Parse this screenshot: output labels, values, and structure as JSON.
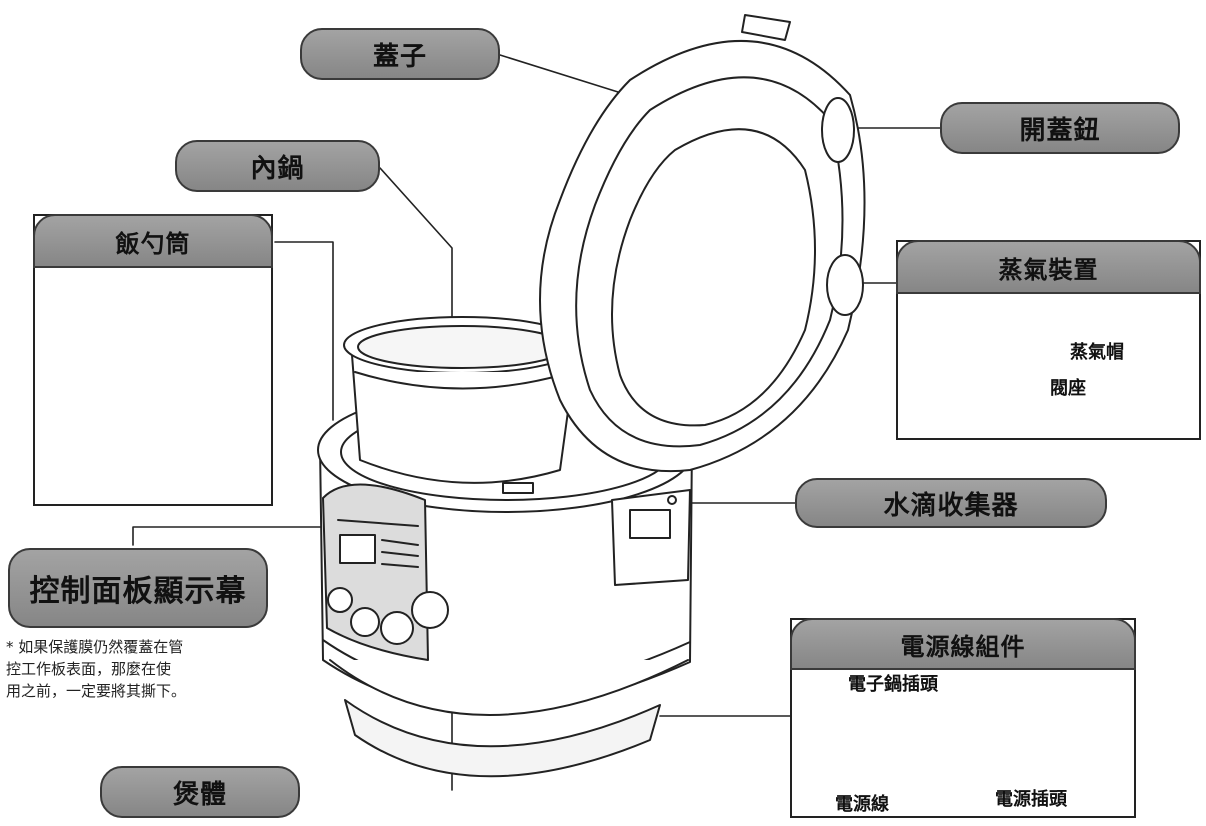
{
  "labels": {
    "lid": "蓋子",
    "inner_pot": "內鍋",
    "lid_button": "開蓋鈕",
    "spatula_holder": "飯勺筒",
    "steam_device": "蒸氣裝置",
    "steam_cap": "蒸氣帽",
    "valve_seat": "閥座",
    "water_collector": "水滴收集器",
    "control_panel": "控制面板顯示幕",
    "body": "煲體",
    "power_cord_set": "電源線組件",
    "cooker_plug": "電子鍋插頭",
    "power_cord": "電源線",
    "power_plug": "電源插頭"
  },
  "note": "* 如果保護膜仍然覆蓋在管\n  控工作板表面，那麼在使\n  用之前，一定要將其撕下。"
}
